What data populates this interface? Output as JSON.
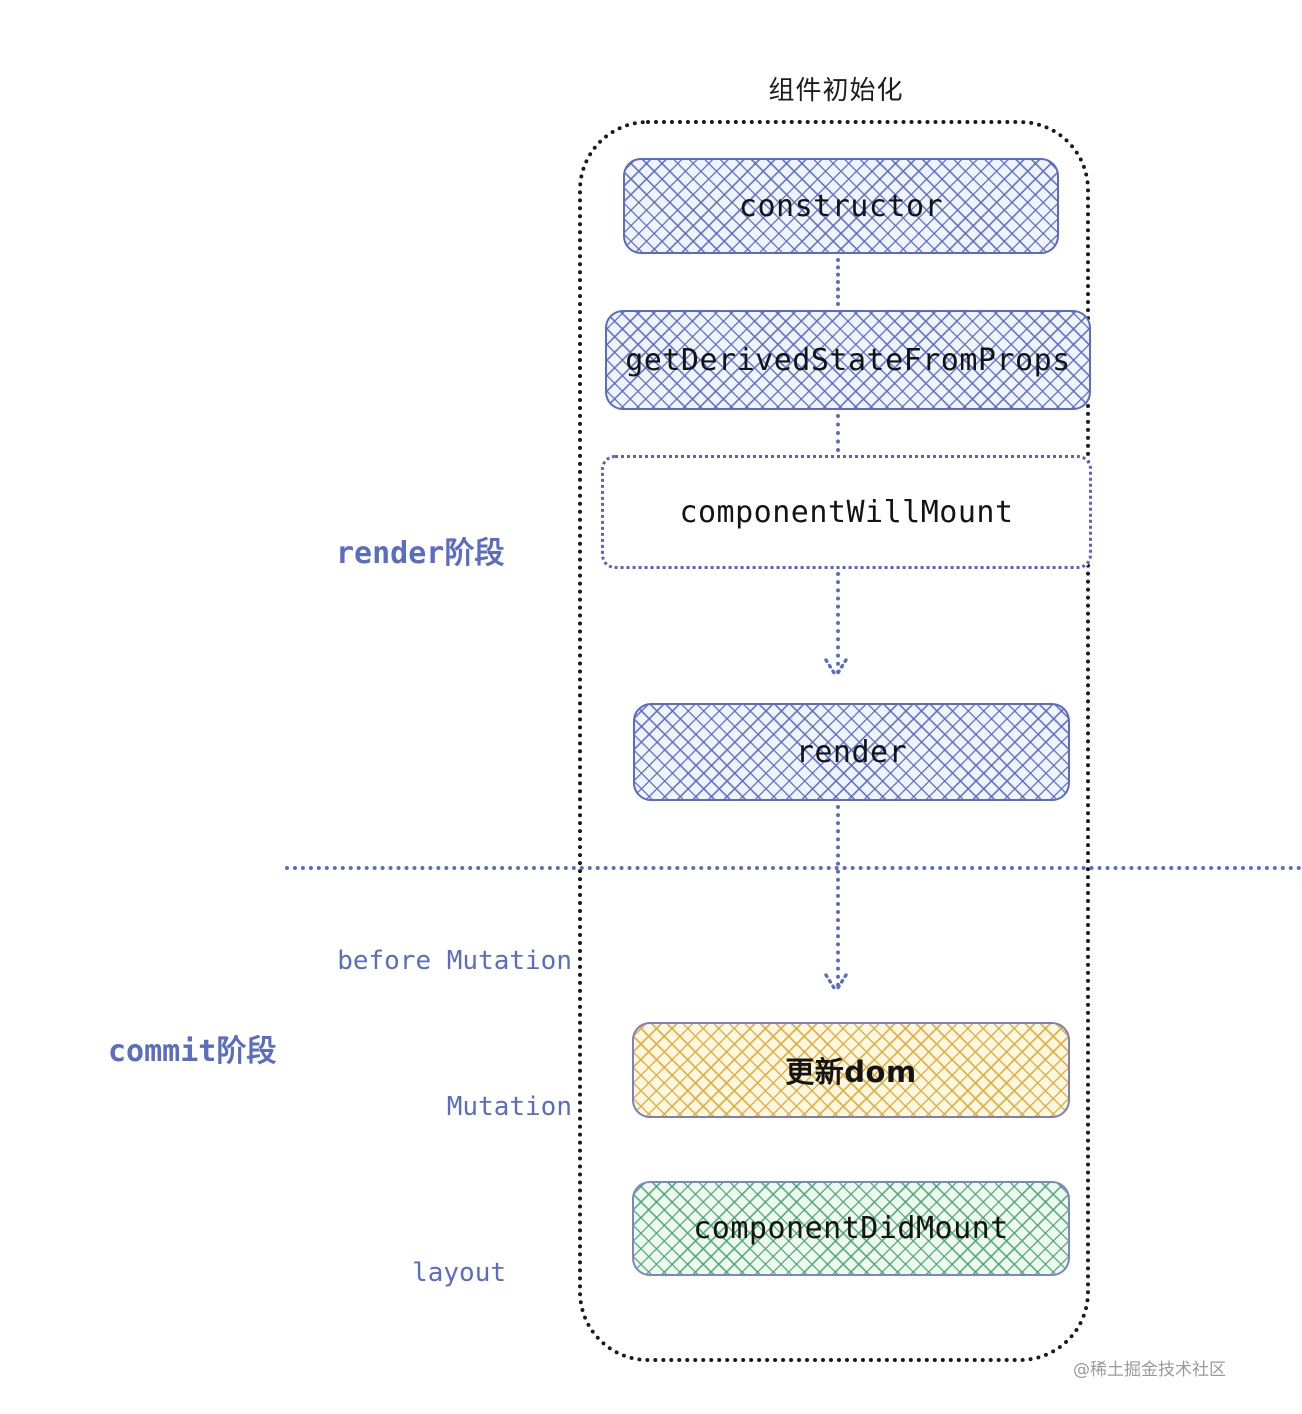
{
  "diagram": {
    "title": "组件初始化",
    "watermark": "@稀土掘金技术社区",
    "colors": {
      "accent_blue": "#5b6dc0",
      "box_border_blue": "#5b6ac4",
      "box_fill_blue": "#eef3fc",
      "box_fill_yellow": "#fdf6e0",
      "hatch_yellow": "#e0ac38",
      "box_fill_green": "#edf8ee",
      "hatch_green": "#46a06e",
      "container_border": "#1a1a1a",
      "text_dark": "#141414"
    }
  },
  "phases": {
    "render": {
      "label": "render阶段"
    },
    "commit": {
      "label": "commit阶段",
      "sub_labels": [
        {
          "key": "before_mutation",
          "label": "before Mutation"
        },
        {
          "key": "mutation",
          "label": "Mutation"
        },
        {
          "key": "layout",
          "label": "layout"
        }
      ]
    }
  },
  "boxes": [
    {
      "id": "constructor",
      "label": "constructor",
      "style": "hatch-blue",
      "phase": "render"
    },
    {
      "id": "getDerivedStateFromProps",
      "label": "getDerivedStateFromProps",
      "style": "hatch-blue",
      "phase": "render"
    },
    {
      "id": "componentWillMount",
      "label": "componentWillMount",
      "style": "box-dashed",
      "phase": "render"
    },
    {
      "id": "render",
      "label": "render",
      "style": "hatch-blue",
      "phase": "render"
    },
    {
      "id": "updateDom",
      "label": "更新dom",
      "style": "hatch-yellow",
      "phase": "commit"
    },
    {
      "id": "componentDidMount",
      "label": "componentDidMount",
      "style": "hatch-green",
      "phase": "commit"
    }
  ],
  "connectors": [
    {
      "from": "constructor",
      "to": "getDerivedStateFromProps",
      "arrowhead": false
    },
    {
      "from": "getDerivedStateFromProps",
      "to": "componentWillMount",
      "arrowhead": false
    },
    {
      "from": "componentWillMount",
      "to": "render",
      "arrowhead": true
    },
    {
      "from": "render",
      "to": "updateDom",
      "arrowhead": true
    }
  ]
}
